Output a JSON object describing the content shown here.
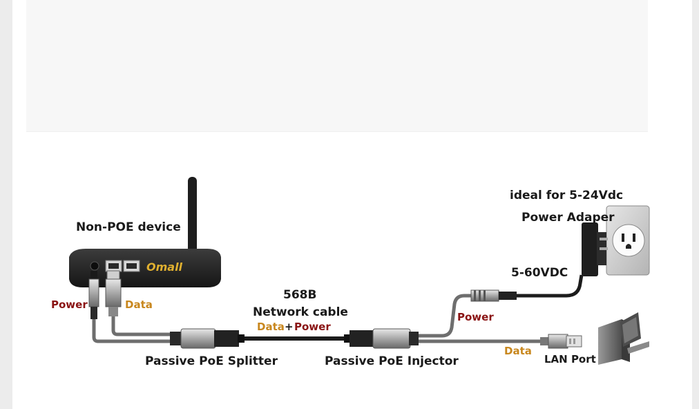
{
  "labels": {
    "device": "Non-POE device",
    "brand": "Omall",
    "power_left": "Power",
    "data_left": "Data",
    "cable_std": "568B",
    "cable_name": "Network cable",
    "cable_data": "Data",
    "cable_plus": "+",
    "cable_power": "Power",
    "splitter": "Passive PoE Splitter",
    "injector": "Passive PoE Injector",
    "ideal": "ideal for 5-24Vdc",
    "adapter": "Power Adaper",
    "voltage": "5-60VDC",
    "power_right": "Power",
    "data_right": "Data",
    "lan_port": "LAN Port"
  },
  "colors": {
    "cable_dark": "#1c1c1c",
    "cable_gray": "#6e6e6e",
    "connector_silver": "#b8b8b8",
    "label_red": "#8a1414",
    "label_orange": "#c8871e",
    "router_body": "#2a2a2a",
    "outlet_plate": "#d4d4d4"
  },
  "icons": [
    "router-icon",
    "antenna-icon",
    "power-outlet-icon",
    "power-adapter-icon",
    "computer-icon",
    "rj45-plug-icon",
    "dc-plug-icon"
  ]
}
